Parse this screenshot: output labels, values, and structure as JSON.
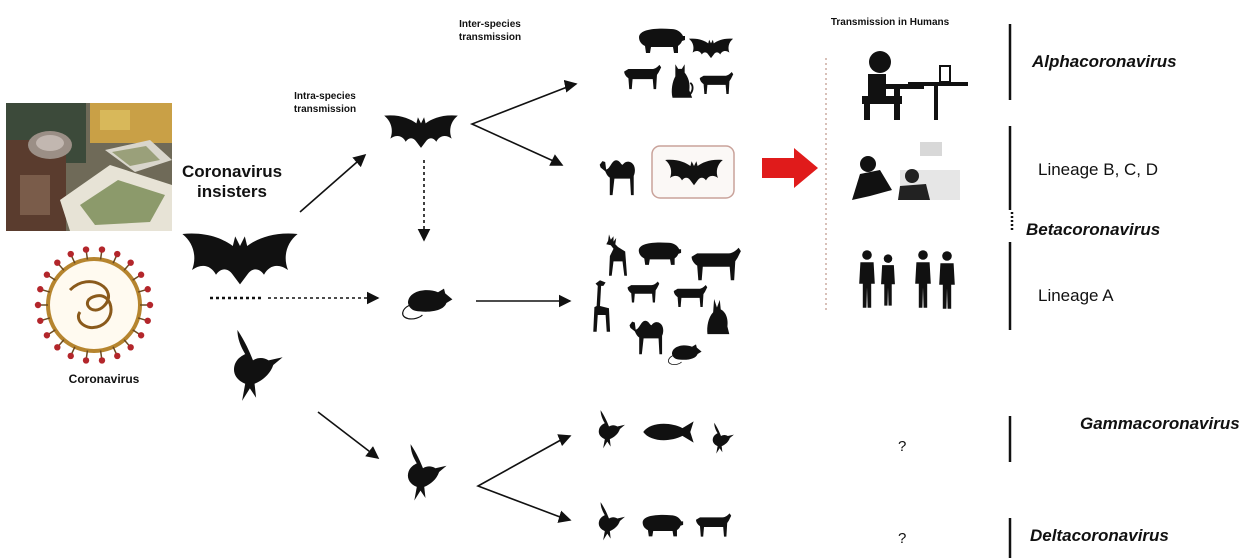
{
  "labels": {
    "inter_species": "Inter-species\ntransmission",
    "intra_species": "Intra-species\ntransmission",
    "transmission_humans": "Transmission in Humans",
    "source_title": "Coronavirus\ninsisters",
    "coronavirus": "Coronavirus"
  },
  "genera": {
    "alpha": "Alphacoronavirus",
    "lineage_bcd": "Lineage B, C, D",
    "beta": "Betacoronavirus",
    "lineage_a": "Lineage A",
    "gamma": "Gammacoronavirus",
    "delta": "Deltacoronavirus"
  },
  "unknown": {
    "gamma_q": "?",
    "delta_q": "?"
  },
  "colors": {
    "silhouette": "#111111",
    "arrow_red": "#e01b1b",
    "box_border": "#c9a29a",
    "virus_ring": "#b6852f",
    "virus_spike": "#b3262b"
  }
}
